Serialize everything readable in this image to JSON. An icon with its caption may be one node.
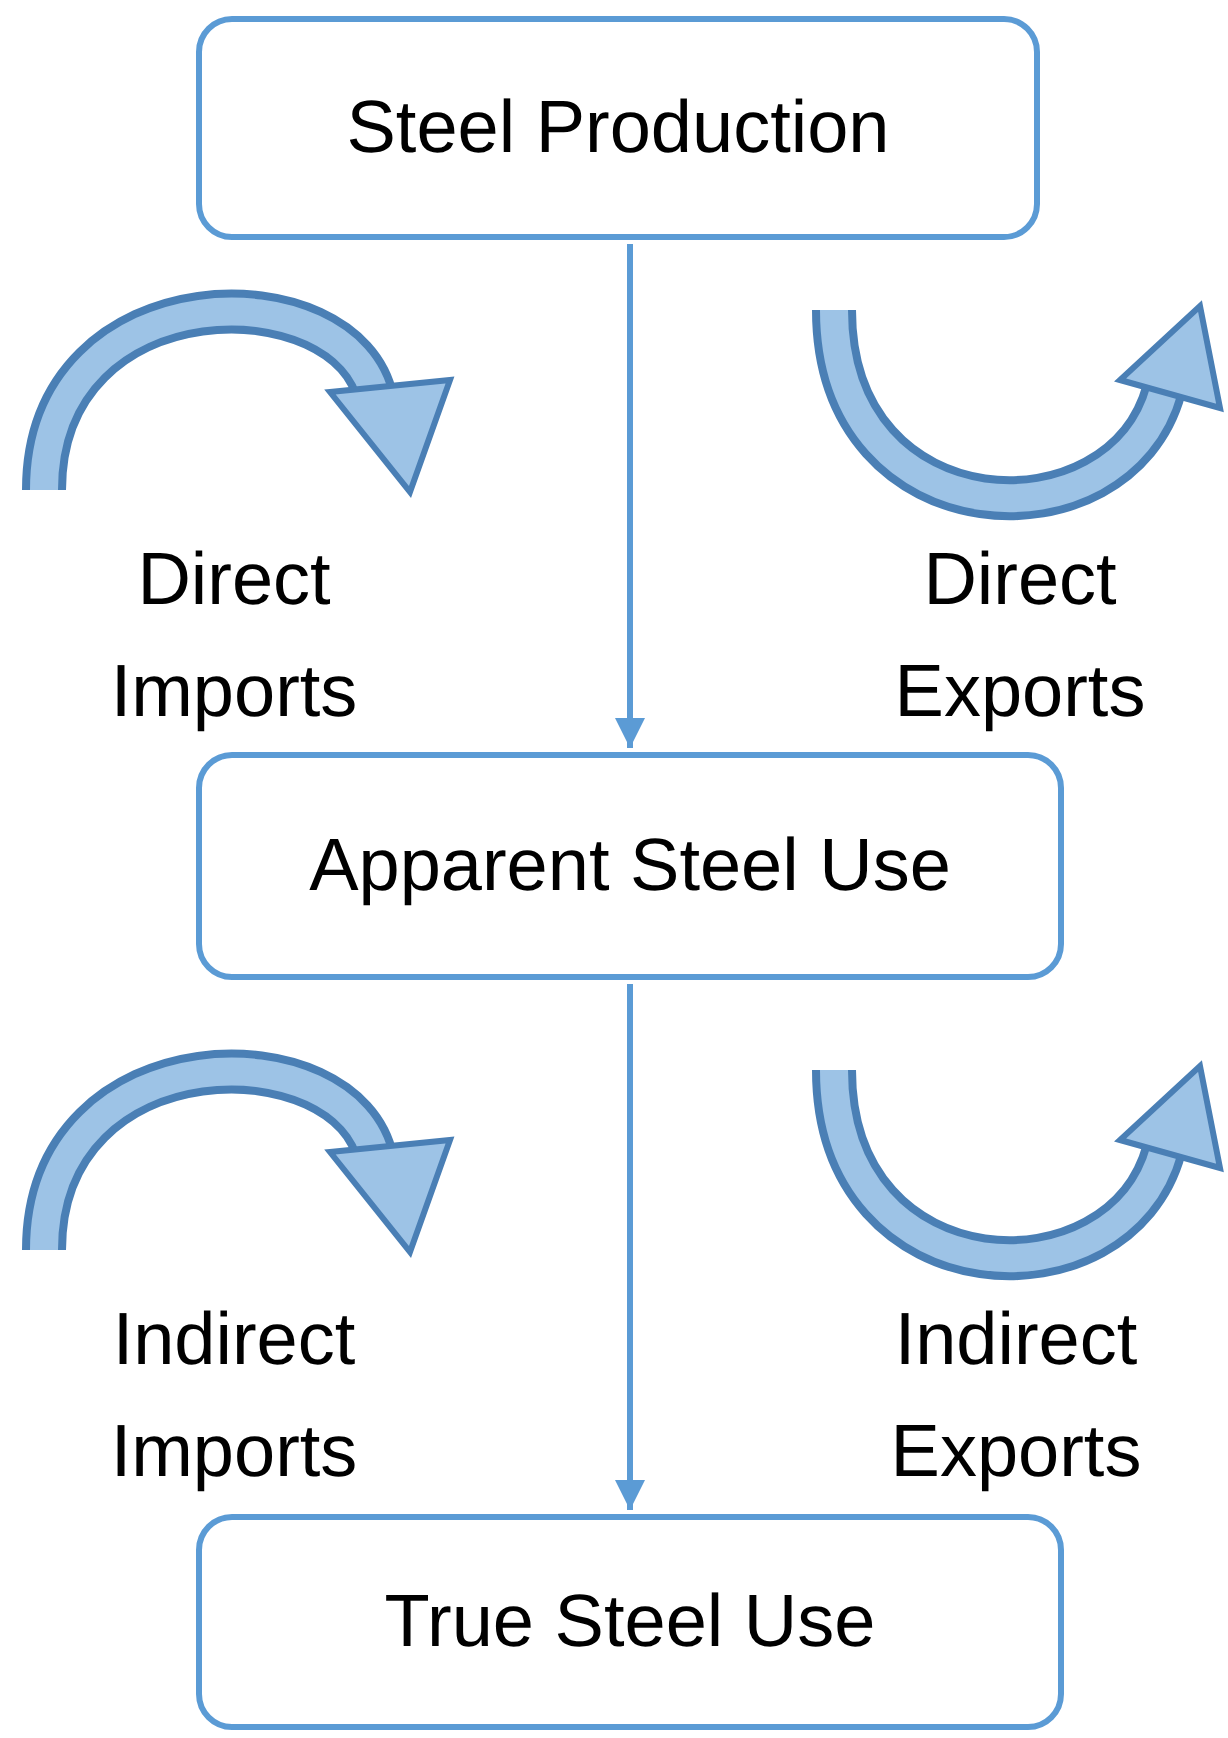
{
  "diagram": {
    "nodes": [
      {
        "text": [
          "Steel Production"
        ]
      },
      {
        "text": [
          "Apparent Steel Use"
        ]
      },
      {
        "text": [
          "True Steel Use"
        ]
      }
    ],
    "edges": [
      {
        "from": 0,
        "to": 1,
        "arrow": "to"
      },
      {
        "from": 1,
        "to": 2,
        "arrow": "to"
      }
    ],
    "labels": [
      "Direct Imports",
      "Direct Exports",
      "Indirect Imports",
      "Indirect Exports"
    ]
  }
}
